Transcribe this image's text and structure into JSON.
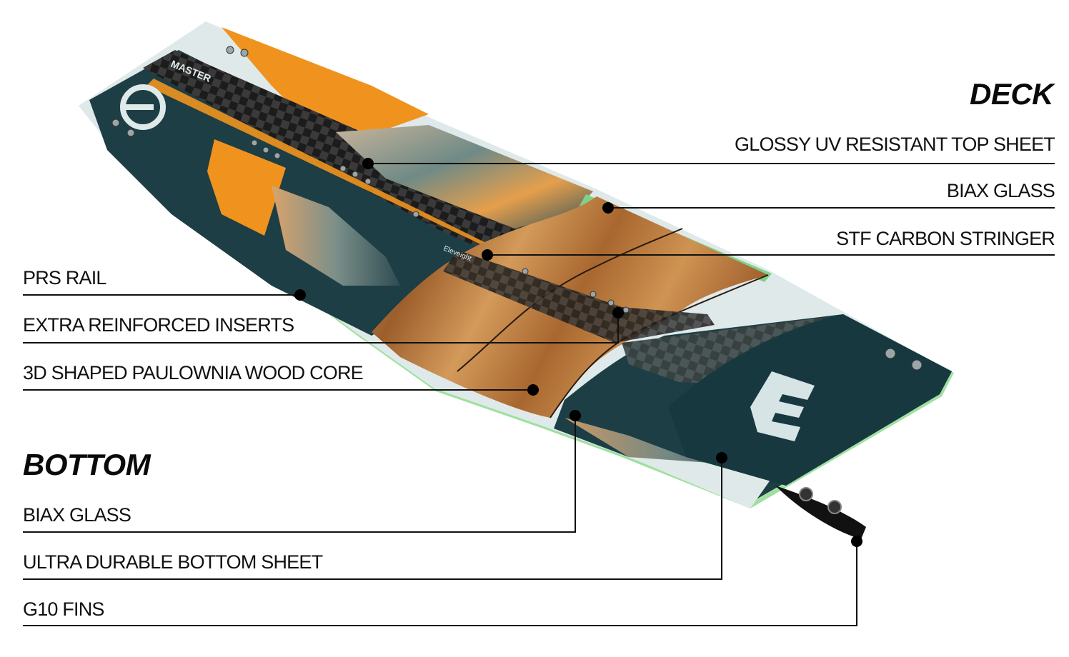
{
  "deck": {
    "heading": "DECK",
    "layers": [
      "GLOSSY UV RESISTANT TOP SHEET",
      "BIAX GLASS",
      "STF CARBON STRINGER"
    ]
  },
  "side": {
    "layers": [
      "PRS RAIL",
      "EXTRA REINFORCED INSERTS",
      "3D SHAPED PAULOWNIA WOOD CORE"
    ]
  },
  "bottom": {
    "heading": "BOTTOM",
    "layers": [
      "BIAX GLASS",
      "ULTRA DURABLE BOTTOM SHEET",
      "G10 FINS"
    ]
  },
  "board_graphics": {
    "brand_text": "MASTER",
    "small_text": "Eleveight",
    "colors": {
      "teal": "#1d3e45",
      "orange": "#f0931e",
      "rail_green": "#9fe0a0",
      "wood": "#b8773c",
      "light": "#dfe9ea",
      "carbon": "#2a2a2a"
    }
  }
}
